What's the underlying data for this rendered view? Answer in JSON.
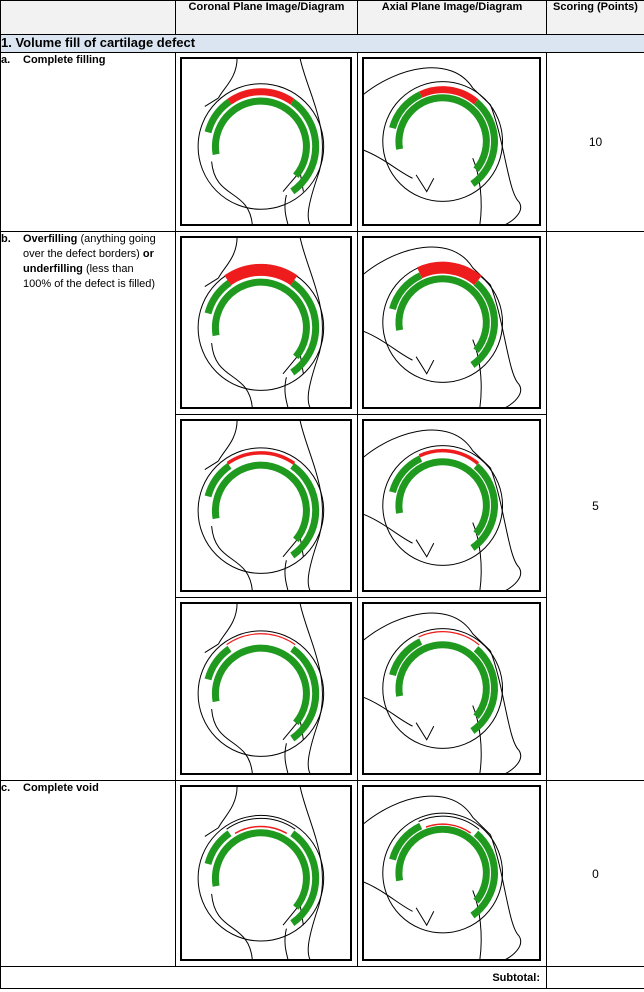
{
  "header": {
    "col_coronal": "Coronal Plane Image/Diagram",
    "col_axial": "Axial Plane Image/Diagram",
    "col_scoring": "Scoring (Points)"
  },
  "section": {
    "title": "1. Volume fill of cartilage defect"
  },
  "criteria": [
    {
      "letter": "a.",
      "label_bold": "Complete filling",
      "label_rest": "",
      "score": "10"
    },
    {
      "letter": "b.",
      "label_bold": "Overfilling",
      "label_mid": " (anything going over the defect borders) ",
      "label_bold2": "or underfilling",
      "label_rest": " (less than 100% of the defect is filled)",
      "score": "5"
    },
    {
      "letter": "c.",
      "label_bold": "Complete void",
      "label_rest": "",
      "score": "0"
    }
  ],
  "subtotal": {
    "label": "Subtotal:",
    "value": ""
  },
  "colors": {
    "cartilage": "#1f9a1f",
    "defect_fill": "#ee1c1c",
    "header_bg": "#f2f2f2",
    "section_bg": "#dbe5f1"
  },
  "diagram_states": [
    "complete",
    "over",
    "under",
    "thin",
    "void"
  ]
}
